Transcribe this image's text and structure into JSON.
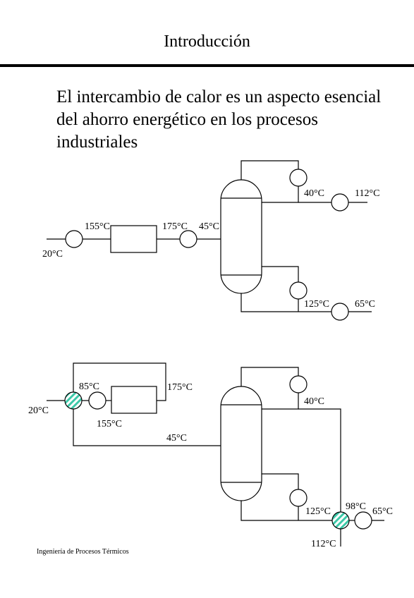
{
  "title": "Introducción",
  "intro": "El intercambio de calor es un aspecto esencial del ahorro energético en los procesos industriales",
  "footer": "Ingeniería de Procesos Térmicos",
  "colors": {
    "integration_exchanger_fill": "#3cc8a8"
  },
  "diagram_top": {
    "feed_in": "20°C",
    "after_heater_1": "155°C",
    "after_heater_2": "175°C",
    "column_feed": "45°C",
    "top_cooler_in": "40°C",
    "top_product": "112°C",
    "bottom_cooler_in": "125°C",
    "bottom_product": "65°C"
  },
  "diagram_bottom": {
    "feed_in": "20°C",
    "after_exchanger": "85°C",
    "after_heater_2": "175°C",
    "after_heater_1": "155°C",
    "column_feed": "45°C",
    "top_cooler_in": "40°C",
    "bottom_cooler_in": "125°C",
    "after_exchanger_bottom": "98°C",
    "bottom_product": "65°C",
    "top_product": "112°C"
  }
}
